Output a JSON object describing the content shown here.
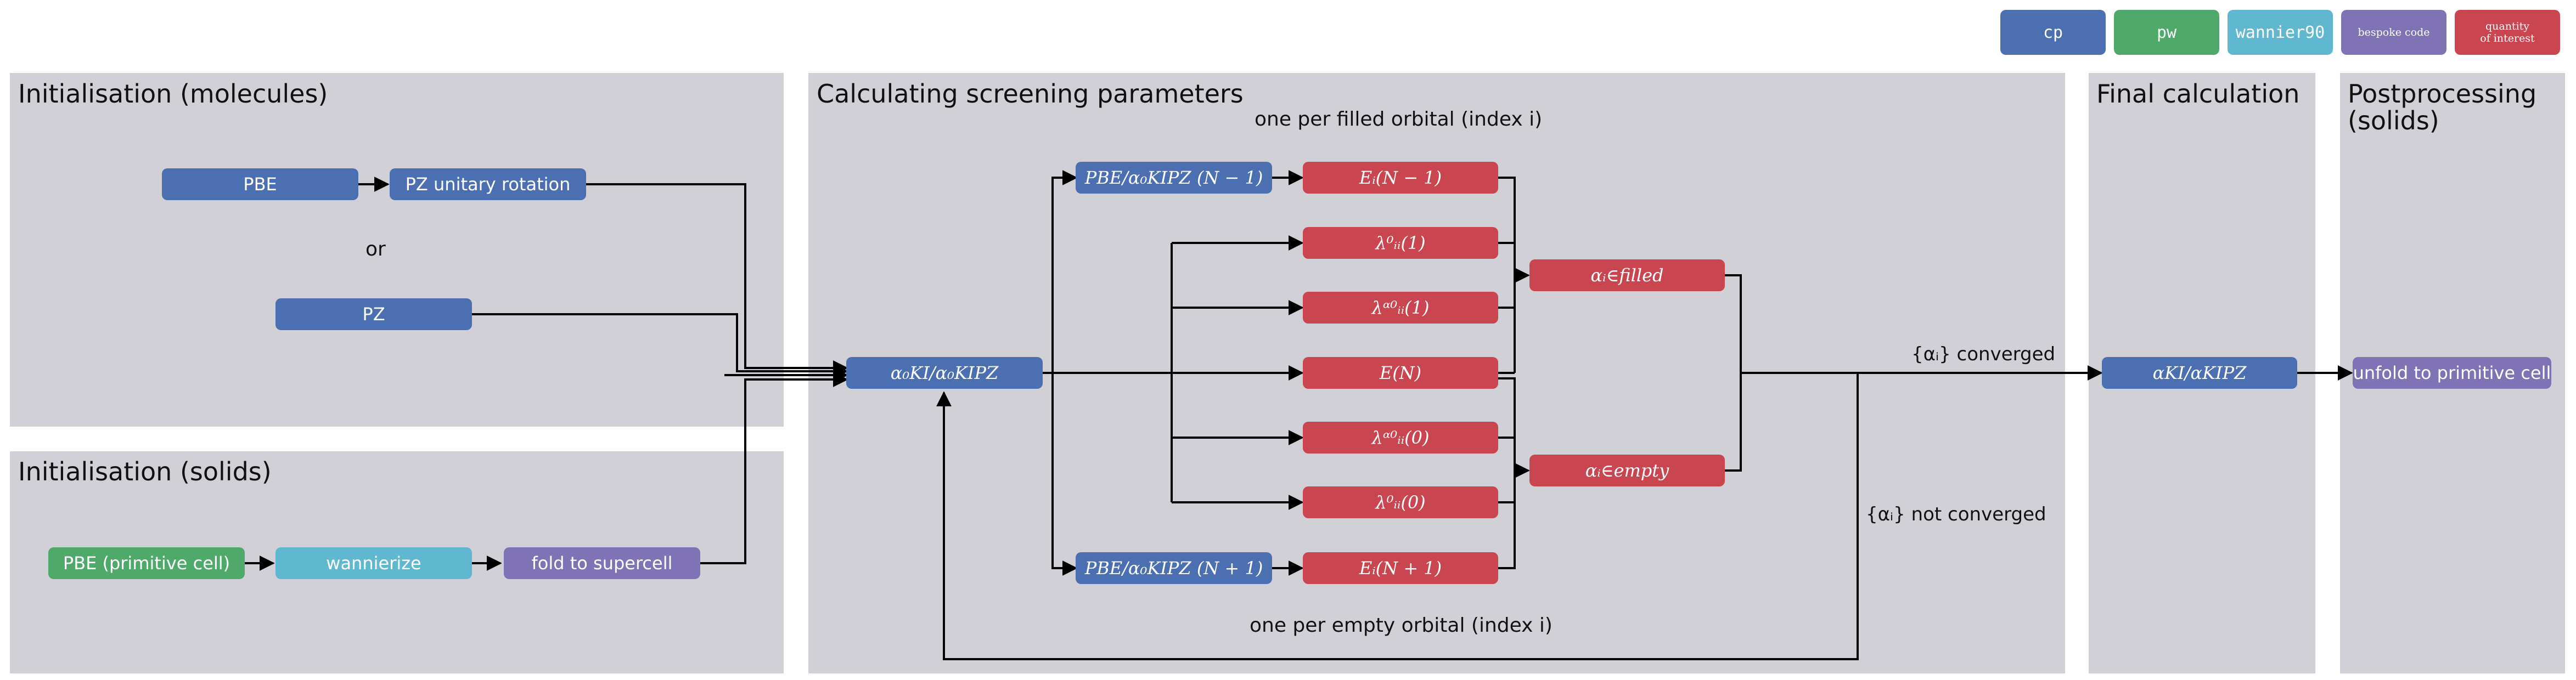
{
  "legend": {
    "cp": "cp",
    "pw": "pw",
    "wannier90": "wannier90",
    "bespoke": "bespoke code",
    "qoi_line1": "quantity",
    "qoi_line2": "of interest"
  },
  "panels": {
    "init_molecules": "Initialisation (molecules)",
    "init_solids": "Initialisation (solids)",
    "screening": "Calculating screening parameters",
    "final": "Final calculation",
    "post_line1": "Postprocessing",
    "post_line2": "(solids)"
  },
  "labels": {
    "filled_note": "one per filled orbital (index i)",
    "empty_note": "one per empty orbital (index i)",
    "or": "or",
    "converged": "{αᵢ} converged",
    "not_converged": "{αᵢ} not converged"
  },
  "boxes": {
    "pbe": "PBE",
    "pz_rot": "PZ unitary rotation",
    "pz": "PZ",
    "pbe_prim": "PBE (primitive cell)",
    "wannierize": "wannierize",
    "fold": "fold to supercell",
    "alpha0_ki": "α₀KI/α₀KIPZ",
    "pbe_nm1": "PBE/α₀KIPZ (N − 1)",
    "pbe_np1": "PBE/α₀KIPZ (N + 1)",
    "ei_nm1": "Eᵢ(N − 1)",
    "lam0_1": "λ⁰ᵢᵢ(1)",
    "lama0_1": "λᵅ⁰ᵢᵢ(1)",
    "e_n": "E(N)",
    "lama0_0": "λᵅ⁰ᵢᵢ(0)",
    "lam0_0": "λ⁰ᵢᵢ(0)",
    "ei_np1": "Eᵢ(N + 1)",
    "alpha_filled": "αᵢ∈filled",
    "alpha_empty": "αᵢ∈empty",
    "alpha_ki": "αKI/αKIPZ",
    "unfold": "unfold to primitive cell"
  },
  "colors": {
    "cp": "#4b6fb1",
    "pw": "#4fa96a",
    "wannier90": "#60b7d0",
    "bespoke": "#7f72b5",
    "quantity": "#c9454f",
    "panel": "#d0d0d6"
  }
}
